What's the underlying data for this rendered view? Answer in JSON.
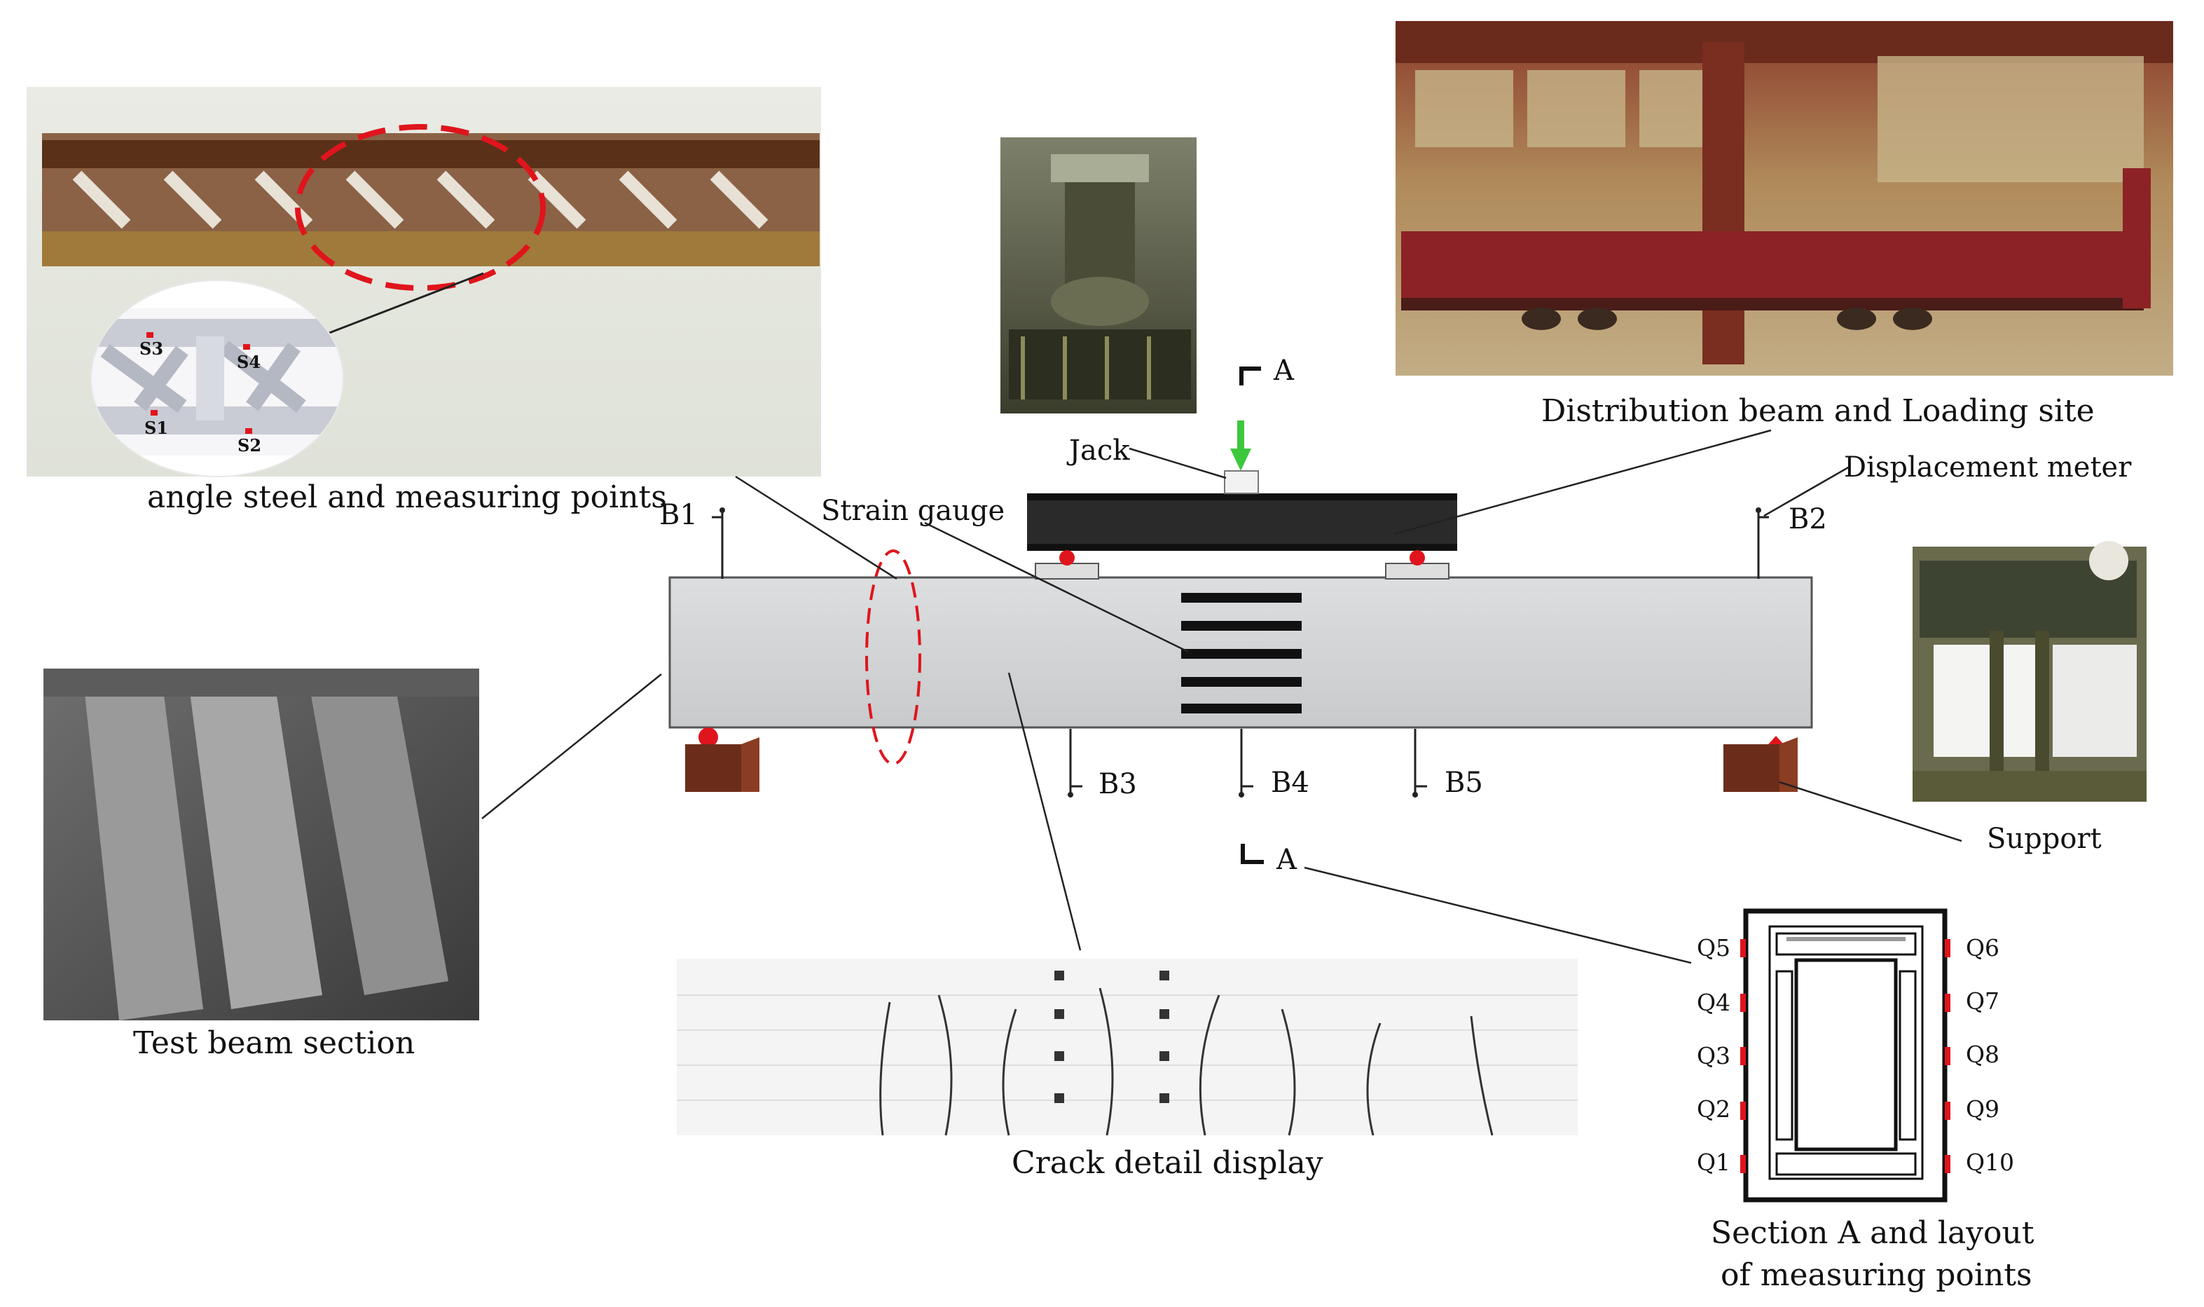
{
  "captions": {
    "angle_steel": "angle steel and measuring points",
    "test_beam_section": "Test beam section",
    "crack_detail": "Crack detail display",
    "distribution_beam": "Distribution beam and Loading site",
    "section_a_line1": "Section A and layout",
    "section_a_line2": "of measuring points"
  },
  "labels": {
    "jack": "Jack",
    "strain_gauge": "Strain gauge",
    "displacement_meter": "Displacement meter",
    "support": "Support",
    "section_mark_top": "A",
    "section_mark_bottom": "A"
  },
  "displacement_points": [
    "B1",
    "B2",
    "B3",
    "B4",
    "B5"
  ],
  "steel_points": [
    "S3",
    "S4",
    "S1",
    "S2"
  ],
  "section_points": {
    "left": [
      "Q5",
      "Q4",
      "Q3",
      "Q2",
      "Q1"
    ],
    "right": [
      "Q6",
      "Q7",
      "Q8",
      "Q9",
      "Q10"
    ]
  },
  "colors": {
    "beam": "#d4d6d8",
    "distribution_beam": "#2a2a2a",
    "support_block": "#6b2d1a",
    "roller": "#e0141c",
    "load_arrow": "#3cc83c",
    "callout_ellipse": "#e0141c"
  }
}
